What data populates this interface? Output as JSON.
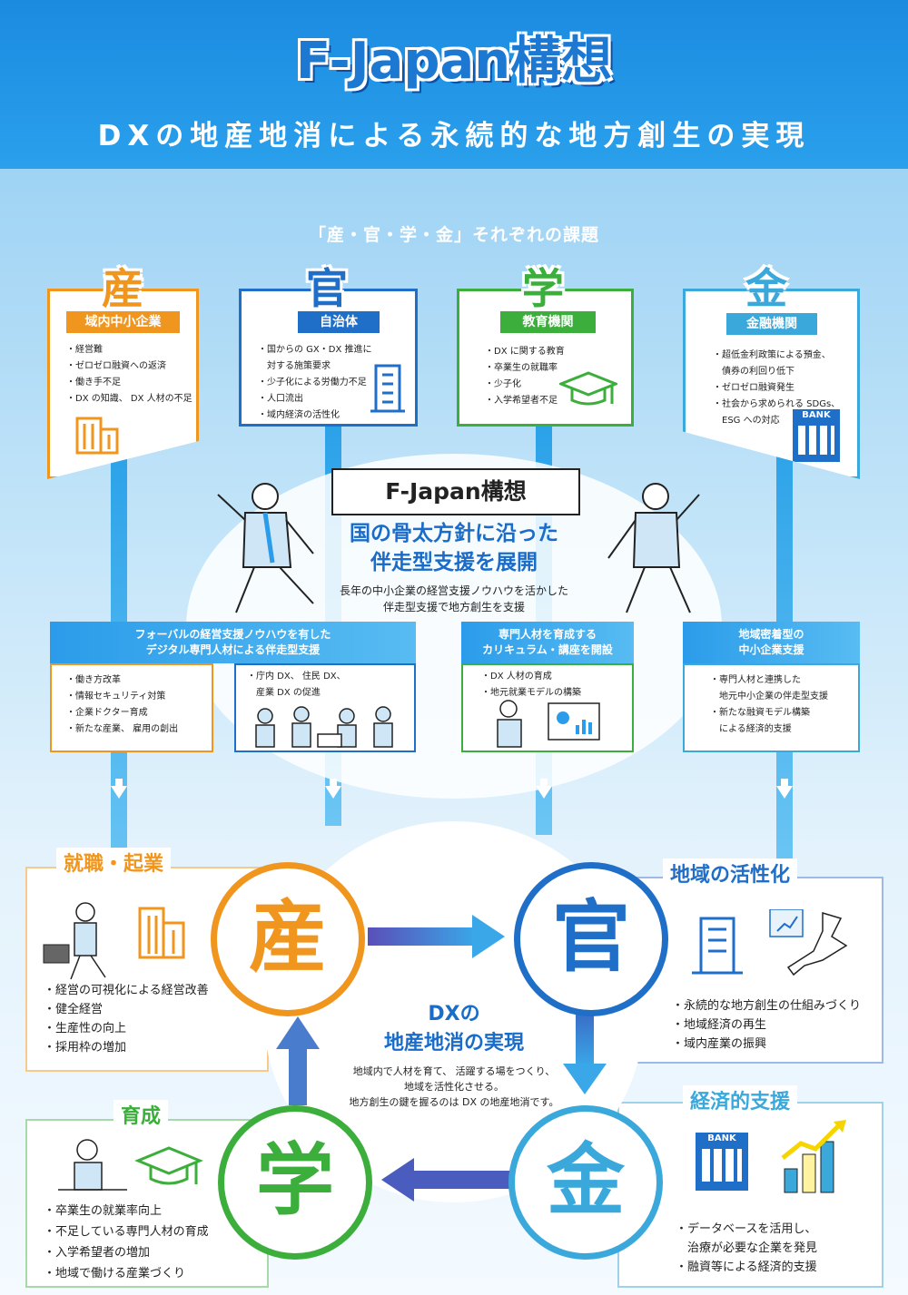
{
  "header": {
    "title": "F-Japan構想",
    "subtitle": "DXの地産地消による永続的な地方創生の実現"
  },
  "issues": {
    "heading": "「産・官・学・金」それぞれの課題",
    "cards": [
      {
        "char": "産",
        "label": "域内中小企業",
        "color": "#f0961e",
        "items": [
          "・経営難",
          "・ゼロゼロ融資への返済",
          "・働き手不足",
          "・DX の知識、 DX 人材の不足"
        ]
      },
      {
        "char": "官",
        "label": "自治体",
        "color": "#1f6ec8",
        "items": [
          "・国からの GX・DX 推進に",
          "　対する施策要求",
          "・少子化による労働力不足",
          "・人口流出",
          "・域内経済の活性化"
        ]
      },
      {
        "char": "学",
        "label": "教育機関",
        "color": "#3cae3c",
        "items": [
          "・DX に関する教育",
          "・卒業生の就職率",
          "・少子化",
          "・入学希望者不足"
        ]
      },
      {
        "char": "金",
        "label": "金融機関",
        "color": "#3aa8da",
        "items": [
          "・超低金利政策による預金、",
          "　債券の利回り低下",
          "・ゼロゼロ融資発生",
          "・社会から求められる SDGs、",
          "　ESG への対応"
        ]
      }
    ],
    "bank_label": "BANK"
  },
  "support": {
    "box_title": "F-Japan構想",
    "title_line1": "国の骨太方針に沿った",
    "title_line2": "伴走型支援を展開",
    "desc_line1": "長年の中小企業の経営支援ノウハウを活かした",
    "desc_line2": "伴走型支援で地方創生を支援",
    "bands": [
      {
        "line1": "フォーバルの経営支援ノウハウを有した",
        "line2": "デジタル専門人材による伴走型支援"
      },
      {
        "line1": "専門人材を育成する",
        "line2": "カリキュラム・講座を開設"
      },
      {
        "line1": "地域密着型の",
        "line2": "中小企業支援"
      }
    ],
    "boxes": [
      {
        "items": [
          "・働き方改革",
          "・情報セキュリティ対策",
          "・企業ドクター育成",
          "・新たな産業、 雇用の創出"
        ]
      },
      {
        "items": [
          "・庁内 DX、 住民 DX、",
          "　産業 DX の促進"
        ]
      },
      {
        "items": [
          "・DX 人材の育成",
          "・地元就業モデルの構築"
        ]
      },
      {
        "items": [
          "・専門人材と連携した",
          "　地元中小企業の伴走型支援",
          "・新たな融資モデル構築",
          "　による経済的支援"
        ]
      }
    ]
  },
  "cycle": {
    "center_title_line1": "DXの",
    "center_title_line2": "地産地消の実現",
    "center_desc_line1": "地域内で人材を育て、 活躍する場をつくり、",
    "center_desc_line2": "地域を活性化させる。",
    "center_desc_line3": "地方創生の鍵を握るのは DX の地産地消です。",
    "nodes": [
      {
        "char": "産",
        "color": "#f0961e"
      },
      {
        "char": "官",
        "color": "#1f6ec8"
      },
      {
        "char": "学",
        "color": "#3cae3c"
      },
      {
        "char": "金",
        "color": "#3aa8da"
      }
    ],
    "outcomes": [
      {
        "heading": "就職・起業",
        "color": "#f0961e",
        "items": [
          "・経営の可視化による経営改善",
          "・健全経営",
          "・生産性の向上",
          "・採用枠の増加"
        ]
      },
      {
        "heading": "地域の活性化",
        "color": "#1f6ec8",
        "items": [
          "・永続的な地方創生の仕組みづくり",
          "・地域経済の再生",
          "・域内産業の振興"
        ]
      },
      {
        "heading": "育成",
        "color": "#3cae3c",
        "items": [
          "・卒業生の就業率向上",
          "・不足している専門人材の育成",
          "・入学希望者の増加",
          "・地域で働ける産業づくり"
        ]
      },
      {
        "heading": "経済的支援",
        "color": "#3aa8da",
        "items": [
          "・データベースを活用し、",
          "　治療が必要な企業を発見",
          "・融資等による経済的支援"
        ]
      }
    ]
  }
}
